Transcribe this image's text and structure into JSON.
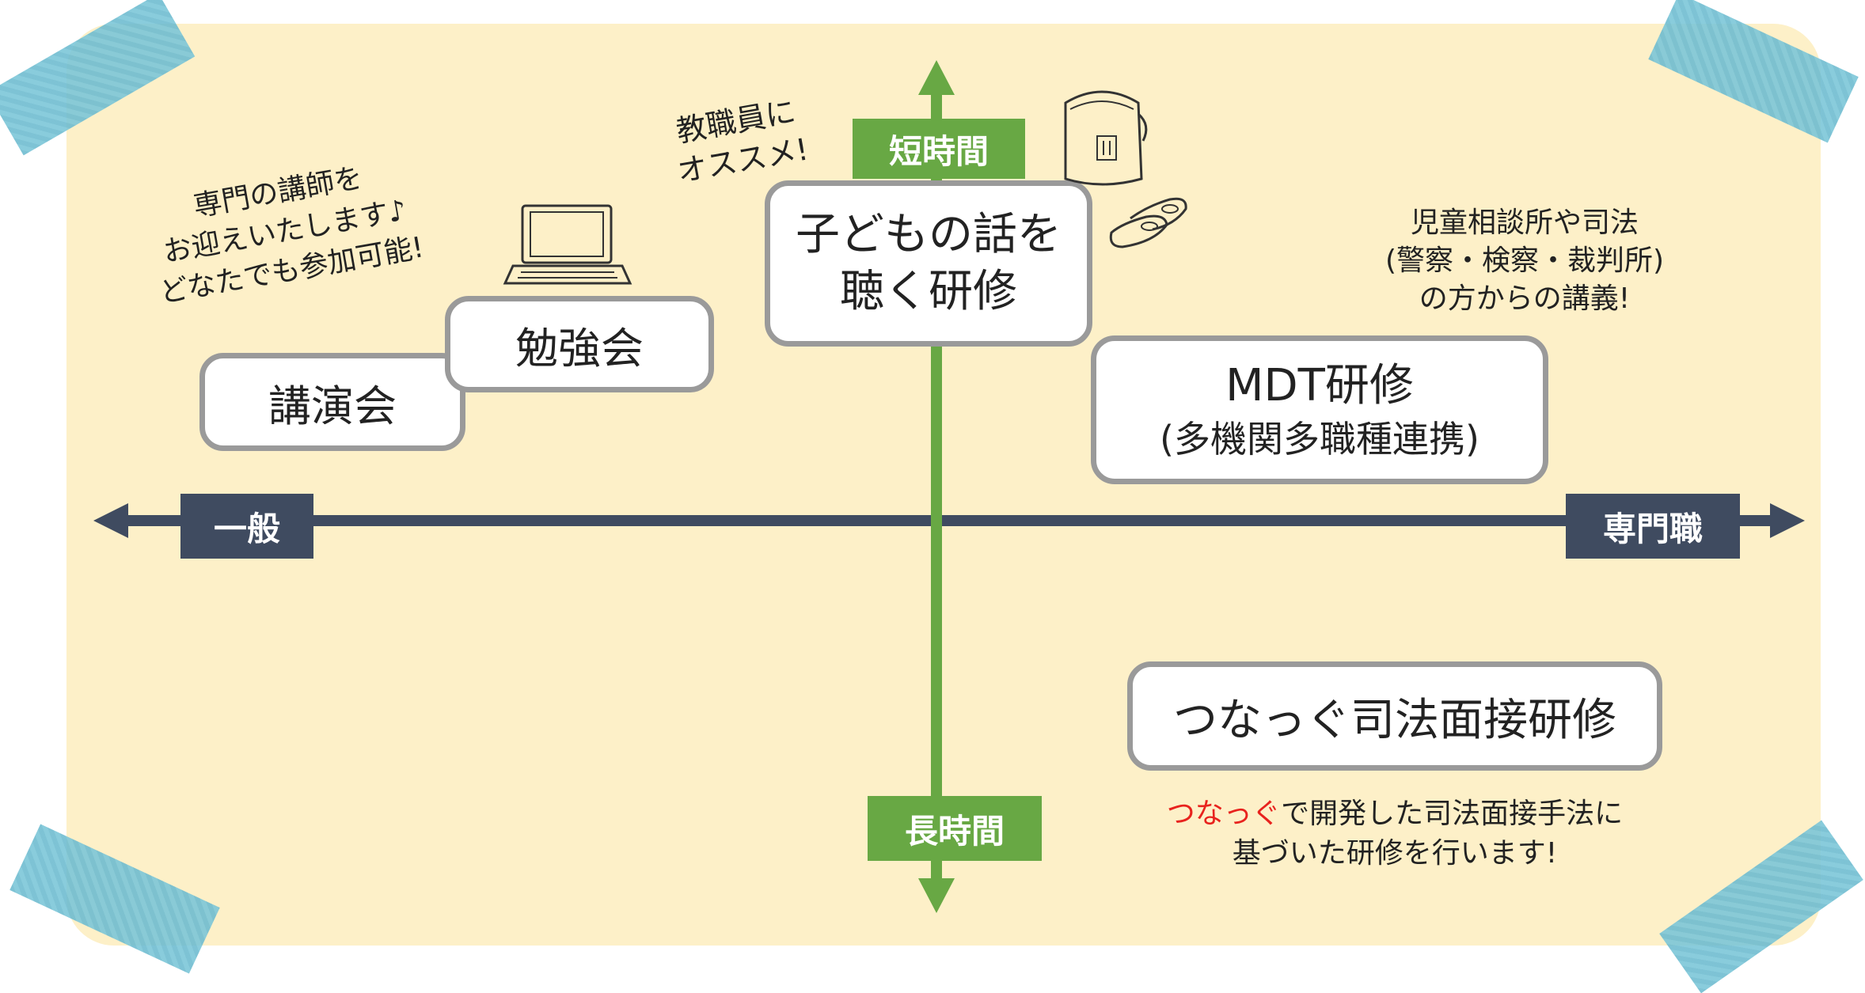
{
  "axes": {
    "left_label": "一般",
    "right_label": "専門職",
    "top_label": "短時間",
    "bottom_label": "長時間"
  },
  "cards": {
    "lecture": "講演会",
    "study_group": "勉強会",
    "child_interview_line1": "子どもの話を",
    "child_interview_line2": "聴く研修",
    "mdt_line1": "MDT研修",
    "mdt_line2": "(多機関多職種連携)",
    "forensic": "つなっぐ司法面接研修"
  },
  "notes": {
    "lecture_note_line1": "専門の講師を",
    "lecture_note_line2": "お迎えいたします♪",
    "lecture_note_line3": "どなたでも参加可能!",
    "teacher_note_line1": "教職員に",
    "teacher_note_line2": "オススメ!",
    "mdt_note_line1": "児童相談所や司法",
    "mdt_note_line2": "(警察・検察・裁判所)",
    "mdt_note_line3": "の方からの講義!",
    "forensic_note_highlight": "つなっぐ",
    "forensic_note_line1_rest": "で開発した司法面接手法に",
    "forensic_note_line2": "基づいた研修を行います!"
  },
  "colors": {
    "board": "#fdf0c8",
    "horizontal_axis": "#3f4b60",
    "vertical_axis": "#68a844",
    "tape": "#6fbcd0",
    "highlight": "#e8231e"
  },
  "icons": [
    "laptop-icon",
    "school-backpack-icon",
    "shoes-icon"
  ]
}
